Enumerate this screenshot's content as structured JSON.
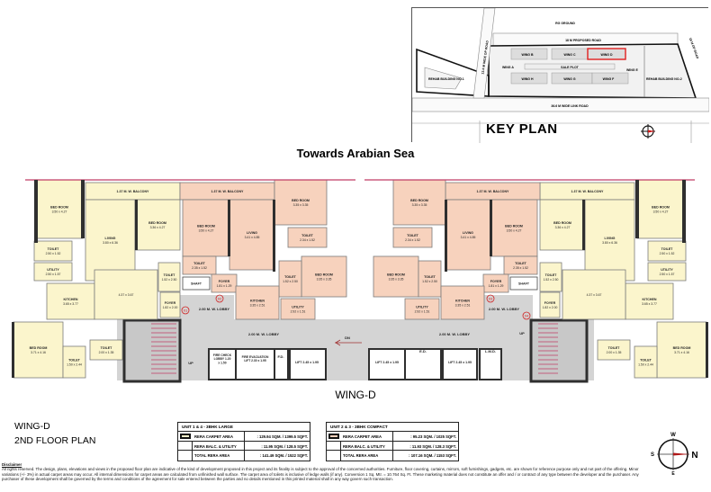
{
  "key_plan": {
    "title": "KEY PLAN",
    "labels": {
      "ground": "RG GROUND",
      "proposed_road": "18 M PROPOSED ROAD",
      "link_road": "36.6 M WIDE LINK ROAD",
      "left_road": "13.4 M WIDE DP ROAD",
      "right_road": "18 M DP ROAD",
      "sale_plot": "SALE PLOT",
      "rehab_left": "REHAB BUILDING NO-1",
      "rehab_right": "REHAB BUILDING NO-2",
      "wings": [
        "WING A",
        "WING B",
        "WING C",
        "WING D",
        "WING E",
        "WING F",
        "WING G",
        "WING H"
      ]
    },
    "highlight_color": "#e02020"
  },
  "header": {
    "towards": "Towards Arabian Sea"
  },
  "floor_plan": {
    "wing_label": "WING-D",
    "colors": {
      "large_unit": "#fbf5cc",
      "compact_unit": "#f7d2bd",
      "lobby": "#d4d4d4",
      "wall": "#2f2f2f",
      "outline": "#c03c66"
    },
    "left_rooms": [
      {
        "name": "BED ROOM",
        "dims": "3.50 x 4.27"
      },
      {
        "name": "1.37 M. W. BALCONY",
        "dims": ""
      },
      {
        "name": "LIVING",
        "dims": "3.80 x 6.36"
      },
      {
        "name": "BED ROOM",
        "dims": "3.36 x 4.27"
      },
      {
        "name": "TOILET",
        "dims": "2.50 x 1.52"
      },
      {
        "name": "UTILITY",
        "dims": "2.50 x 1.57"
      },
      {
        "name": "KITCHEN",
        "dims": "3.65 x 3.77"
      },
      {
        "name": "",
        "dims": "4.37 x 3.67"
      },
      {
        "name": "FOYER",
        "dims": "1.82 x 2.00"
      },
      {
        "name": "TOILET",
        "dims": "1.52 x 2.50"
      },
      {
        "name": "BED ROOM",
        "dims": "3.71 x 4.16"
      },
      {
        "name": "TOILET",
        "dims": "1.50 x 2.44"
      },
      {
        "name": "TOILET",
        "dims": "2.00 x 1.35"
      },
      {
        "name": "1.37 M. W. BALCONY",
        "dims": ""
      },
      {
        "name": "BED ROOM",
        "dims": "3.50 x 4.27"
      },
      {
        "name": "LIVING",
        "dims": "3.41 x 4.85"
      },
      {
        "name": "BED ROOM",
        "dims": "3.35 x 3.35"
      },
      {
        "name": "TOILET",
        "dims": "2.34 x 1.52"
      },
      {
        "name": "TOILET",
        "dims": "2.35 x 1.52"
      },
      {
        "name": "SHAFT",
        "dims": ""
      },
      {
        "name": "FOYER",
        "dims": "1.81 x 1.29"
      },
      {
        "name": "BED ROOM",
        "dims": "3.35 x 3.35"
      },
      {
        "name": "TOILET",
        "dims": "1.52 x 2.50"
      },
      {
        "name": "KITCHEN",
        "dims": "3.35 x 2.51"
      },
      {
        "name": "UTILITY",
        "dims": "2.92 x 1.51"
      }
    ],
    "lobby": {
      "left_lobby": "2.00 M. W. LOBBY",
      "main_lobby_left": "2.00 M. W. LOBBY",
      "main_lobby_right": "2.00 M. W. LOBBY",
      "right_lobby": "2.00 M. W. LOBBY",
      "up": "UP",
      "dn": "DN",
      "fire_check": "FIRE CHECK LOBBY 1.20 x 1.50",
      "fire_lift": "FIRE EVACUATION LIFT 2.30 x 1.95",
      "fd": "F.D.",
      "lift_a": "LIFT 2.45 x 1.95",
      "lift_b": "LIFT 2.45 x 1.95",
      "lift_c": "LIFT 2.45 x 1.95",
      "ed": "E.D.",
      "lmd": "L.M.D.",
      "unit_tags": [
        "01",
        "02",
        "03",
        "04"
      ]
    }
  },
  "title": {
    "wing": "WING-D",
    "floor": "2ND FLOOR PLAN"
  },
  "legend": [
    {
      "heading": "UNIT  1 & 4 - 3BHK LARGE",
      "swatch": "#fbf5cc",
      "rows": [
        {
          "key": "RERA CARPET AREA",
          "value": ":  129.94 SQM. / 1399.5 SQFT."
        },
        {
          "key": "RERA BALC. & UTILITY",
          "value": ":  11.95 SQM. / 128.5 SQFT."
        },
        {
          "key": "TOTAL RERA AREA",
          "value": ":  141.49 SQM. / 1522 SQFT."
        }
      ]
    },
    {
      "heading": "UNIT 2 & 3 - 3BHK COMPACT",
      "swatch": "#f7d2bd",
      "rows": [
        {
          "key": "RERA CARPET AREA",
          "value": ":  95.23 SQM. / 1025 SQFT."
        },
        {
          "key": "RERA BALC. & UTILITY",
          "value": ":  11.93 SQM. / 128.3 SQFT."
        },
        {
          "key": "TOTAL RERA AREA",
          "value": ":  107.16 SQM. / 1153 SQFT."
        }
      ]
    }
  ],
  "compass": {
    "n": "N",
    "s": "S",
    "e": "E",
    "w": "W",
    "needle_color": "#b01818"
  },
  "disclaimer": {
    "heading": "Disclaimer",
    "text": "All rights reserved. The design, plans, elevations and views in the proposed floor plan are indicative of the kind of development proposed in this project and its finality is subject to the approval of the concerned authorities. Furniture, floor covering, curtains, mirrors, soft furnishings, gadgets, etc. are shown for reference purpose only and not part of the offering. Minor variations (+/- 3%) in actual carpet areas may occur. All internal dimensions for carpet areas are calculated from unfinished wall surface. The carpet area of toilets is inclusive of ledge walls (if any). Conversion 1 Sq. Mtr. = 10.764 Sq. Ft. These marketing material does not constitute an offer and / or contract of any type between the developer and the purchaser. Any purchaser of these development shall be governed by the terms and conditions of the agreement for sale entered between the parties and no details mentioned in this printed material shall in any way govern such transaction."
  }
}
